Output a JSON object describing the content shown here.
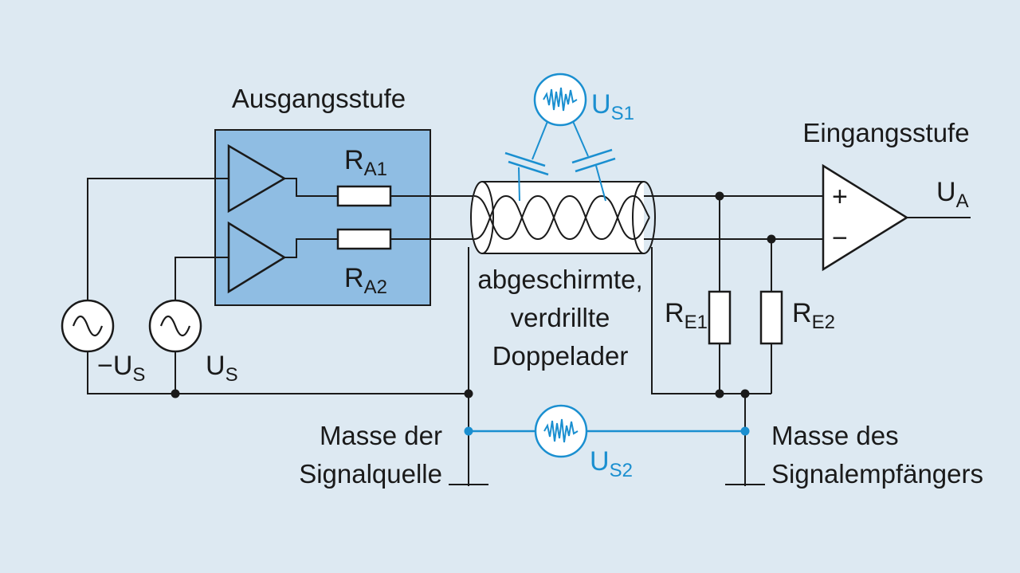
{
  "labels": {
    "output_stage": "Ausgangsstufe",
    "input_stage": "Eingangsstufe",
    "cable_line1": "abgeschirmte,",
    "cable_line2": "verdrillte",
    "cable_line3": "Doppelader",
    "ground_source_line1": "Masse der",
    "ground_source_line2": "Signalquelle",
    "ground_receiver_line1": "Masse des",
    "ground_receiver_line2": "Signalempfängers"
  },
  "symbols": {
    "ra1": {
      "main": "R",
      "sub": "A1"
    },
    "ra2": {
      "main": "R",
      "sub": "A2"
    },
    "re1": {
      "main": "R",
      "sub": "E1"
    },
    "re2": {
      "main": "R",
      "sub": "E2"
    },
    "ua": {
      "main": "U",
      "sub": "A"
    },
    "us1": {
      "main": "U",
      "sub": "S1"
    },
    "us2": {
      "main": "U",
      "sub": "S2"
    },
    "us_pos": {
      "main": "U",
      "sub": "S"
    },
    "us_neg": {
      "main": "−U",
      "sub": "S"
    },
    "plus": "+",
    "minus": "−"
  },
  "colors": {
    "background": "#dde9f2",
    "wire": "#1a1a1a",
    "noise": "#1a8fd0",
    "output_stage_fill": "#8fbde3"
  }
}
